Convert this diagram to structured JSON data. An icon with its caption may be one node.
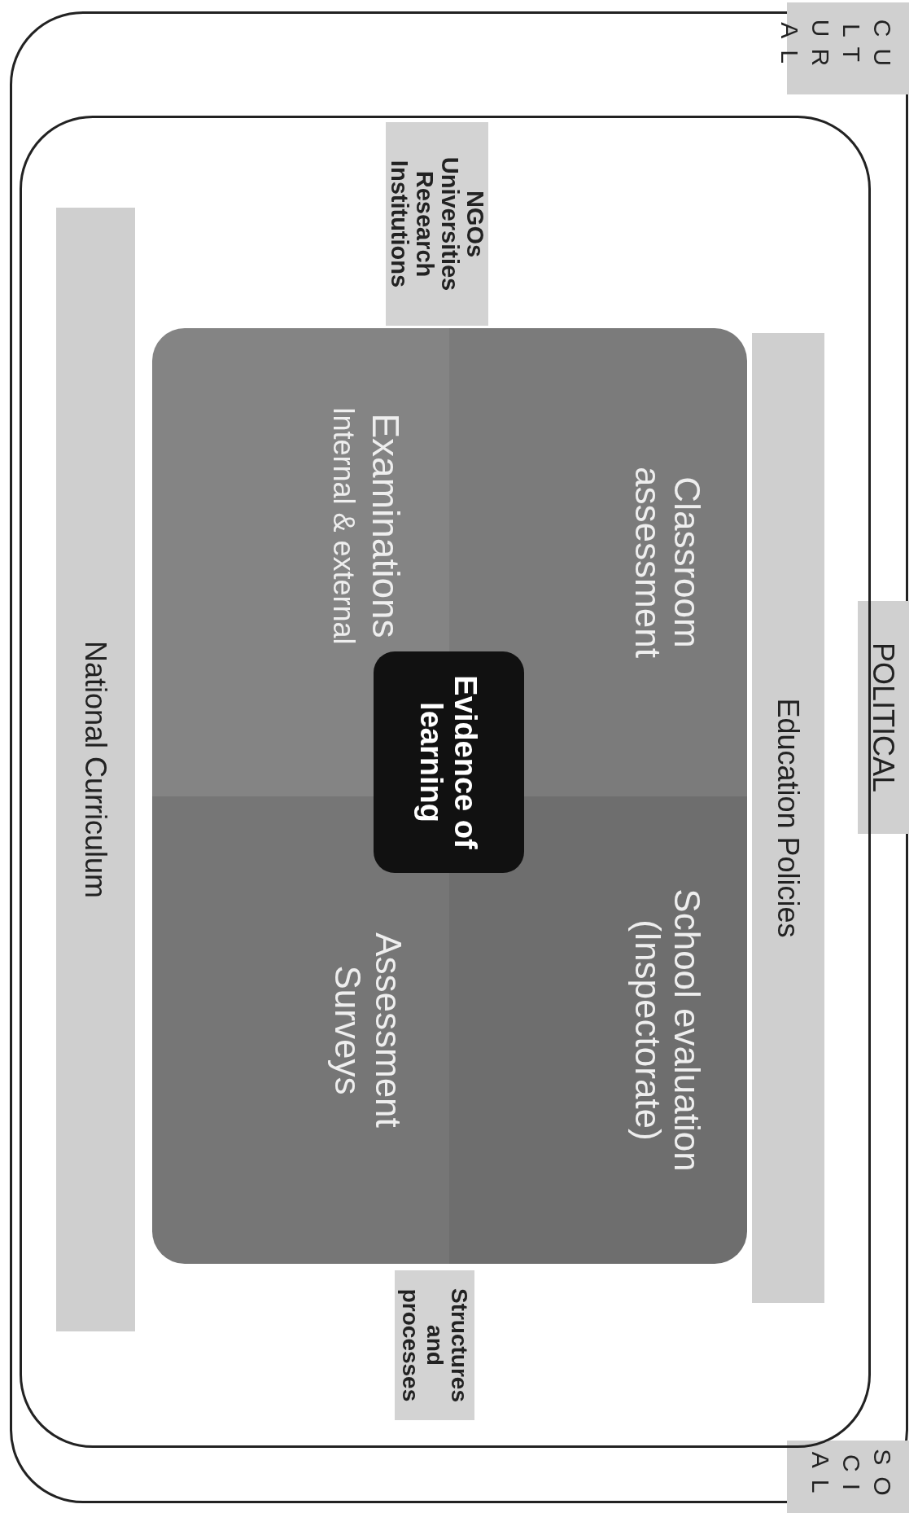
{
  "diagram": {
    "nodes": [
      {
        "text": [
          "CULTURAL",
          "POLITICAL",
          "SOCIAL"
        ]
      },
      {
        "text": [],
        "shape": "box",
        "in": 0
      },
      {
        "text": [
          "Education Policies"
        ],
        "in": 1
      },
      {
        "text": [
          "NGOs Universities Research Institutions"
        ],
        "in": 1
      },
      {
        "text": [],
        "shape": "box",
        "in": 1
      },
      {
        "text": [
          "Classroom assessment"
        ],
        "in": 4
      },
      {
        "text": [
          "School evaluation (Inspectorate)"
        ],
        "in": 4
      },
      {
        "text": [
          "Evidence of learning"
        ],
        "in": 4
      },
      {
        "text": [
          "Examinations",
          "Internal & external"
        ],
        "in": 4
      },
      {
        "text": [
          "Assessment Surveys"
        ],
        "in": 4
      },
      {
        "text": [
          "Structures and processes"
        ],
        "in": 1
      },
      {
        "text": [
          "National Curriculum"
        ],
        "in": 1
      }
    ],
    "edges": []
  }
}
